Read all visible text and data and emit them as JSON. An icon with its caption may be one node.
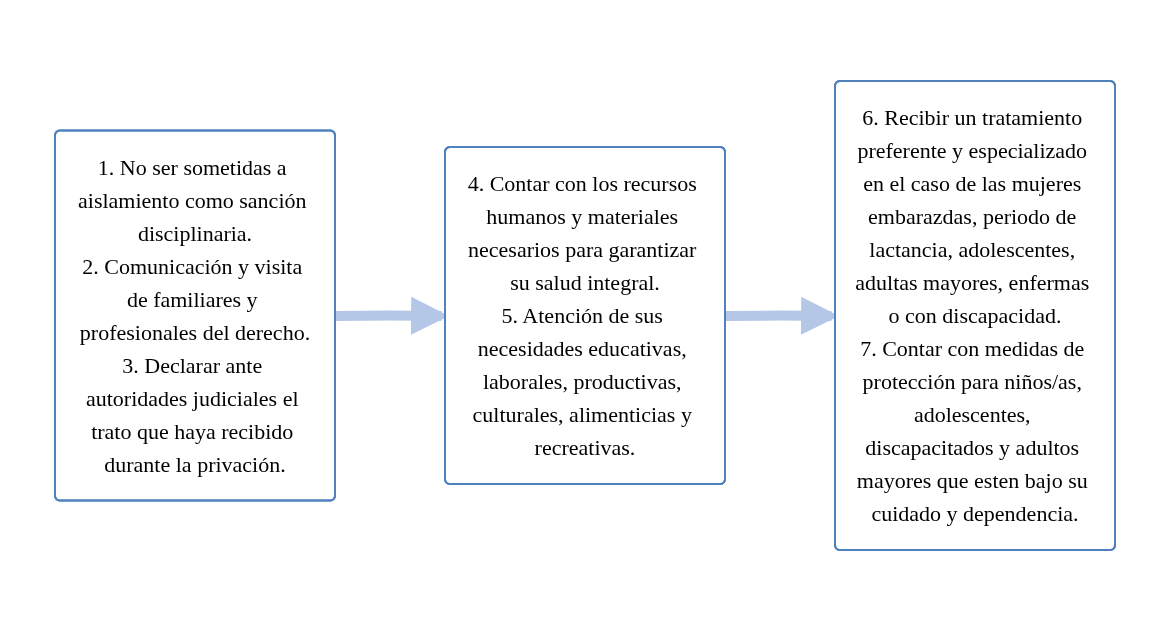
{
  "diagram": {
    "nodes": [
      {
        "text": [
          "1. No ser sometidas a aislamiento como sanción disciplinaria.",
          "2. Comunicación y visita de familiares y profesionales del derecho.",
          "3. Declarar ante autoridades judiciales el trato que haya recibido durante la privación."
        ]
      },
      {
        "text": [
          "4. Contar con los recursos humanos y materiales necesarios para garantizar su salud integral.",
          "5. Atención de sus necesidades educativas, laborales, productivas, culturales, alimenticias y recreativas."
        ]
      },
      {
        "text": [
          "6. Recibir un tratamiento preferente y especializado en el caso de las mujeres embarazdas, periodo de lactancia, adolescentes, adultas mayores, enfermas o con discapacidad.",
          "7. Contar con medidas de protección para niños/as, adolescentes, discapacitados y adultos mayores que esten bajo su cuidado y dependencia."
        ]
      }
    ],
    "edges": [
      {
        "from": 0,
        "to": 1,
        "arrow": "to",
        "color": "#b4c7e7"
      },
      {
        "from": 1,
        "to": 2,
        "arrow": "to",
        "color": "#b4c7e7"
      }
    ]
  }
}
